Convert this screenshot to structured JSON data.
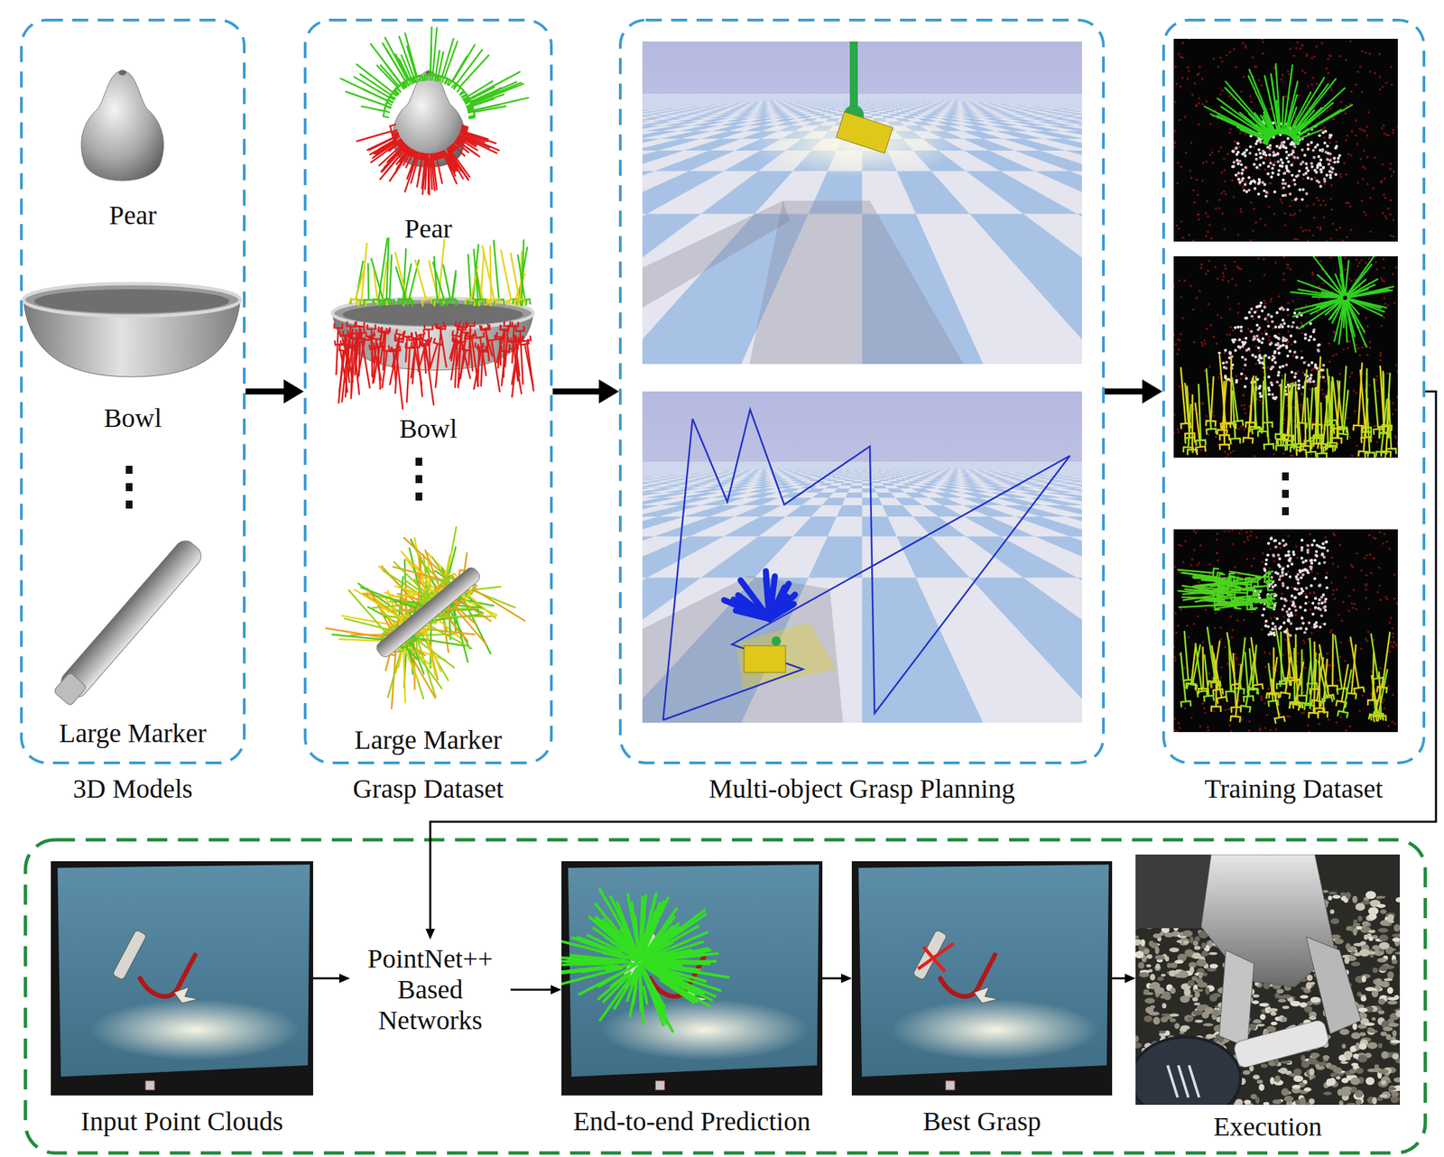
{
  "diagram": {
    "nodes": [
      {
        "text": [
          "3D Models",
          "Pear",
          "Bowl",
          "Large Marker"
        ]
      },
      {
        "text": [
          "Grasp Dataset",
          "Pear",
          "Bowl",
          "Large Marker"
        ]
      },
      {
        "text": [
          "Multi-object Grasp Planning"
        ]
      },
      {
        "text": [
          "Training Dataset"
        ]
      },
      {
        "text": [
          "Input Point Clouds"
        ]
      },
      {
        "text": [
          "PointNet++ Based Networks"
        ]
      },
      {
        "text": [
          "End-to-end Prediction"
        ]
      },
      {
        "text": [
          "Best Grasp"
        ]
      },
      {
        "text": [
          "Execution"
        ]
      }
    ],
    "edges": [
      {
        "from": 0,
        "to": 1,
        "arrow": "to"
      },
      {
        "from": 1,
        "to": 2,
        "arrow": "to"
      },
      {
        "from": 2,
        "to": 3,
        "arrow": "to"
      },
      {
        "from": 3,
        "to": 5,
        "arrow": "to"
      },
      {
        "from": 4,
        "to": 5,
        "arrow": "to"
      },
      {
        "from": 5,
        "to": 6,
        "arrow": "to"
      },
      {
        "from": 6,
        "to": 7,
        "arrow": "to"
      },
      {
        "from": 7,
        "to": 8,
        "arrow": "to"
      }
    ]
  }
}
